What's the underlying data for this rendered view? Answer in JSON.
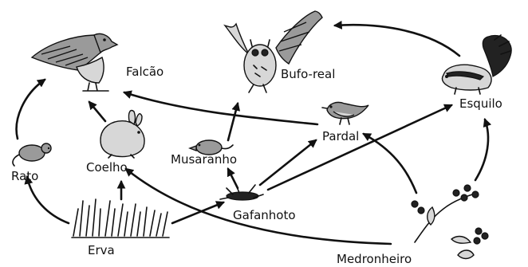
{
  "organisms": {
    "falcao": "Falcão",
    "bufo_real": "Bufo-real",
    "esquilo": "Esquilo",
    "pardal": "Pardal",
    "musaranho": "Musaranho",
    "coelho": "Coelho",
    "rato": "Rato",
    "erva": "Erva",
    "gafanhoto": "Gafanhoto",
    "medronheiro": "Medronheiro"
  },
  "links": [
    {
      "from": "Erva",
      "to": "Rato"
    },
    {
      "from": "Erva",
      "to": "Coelho"
    },
    {
      "from": "Erva",
      "to": "Gafanhoto"
    },
    {
      "from": "Rato",
      "to": "Falcão"
    },
    {
      "from": "Coelho",
      "to": "Falcão"
    },
    {
      "from": "Pardal",
      "to": "Falcão"
    },
    {
      "from": "Musaranho",
      "to": "Bufo-real"
    },
    {
      "from": "Gafanhoto",
      "to": "Musaranho"
    },
    {
      "from": "Gafanhoto",
      "to": "Pardal"
    },
    {
      "from": "Gafanhoto",
      "to": "Esquilo"
    },
    {
      "from": "Medronheiro",
      "to": "Coelho"
    },
    {
      "from": "Medronheiro",
      "to": "Pardal"
    },
    {
      "from": "Medronheiro",
      "to": "Esquilo"
    },
    {
      "from": "Esquilo",
      "to": "Bufo-real"
    }
  ]
}
